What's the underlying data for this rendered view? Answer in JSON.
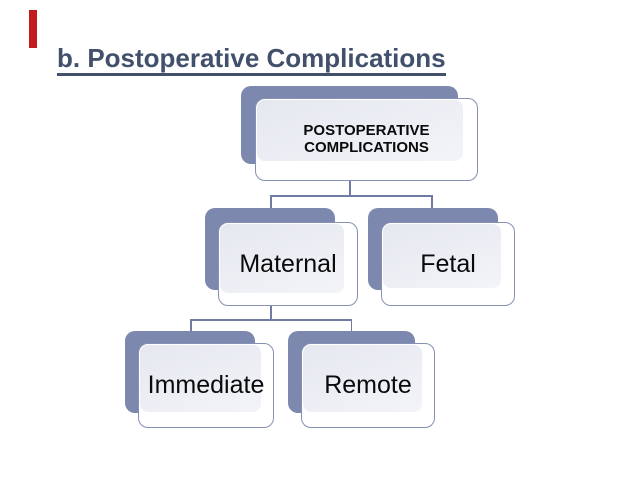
{
  "slide": {
    "title": "b. Postoperative Complications"
  },
  "colors": {
    "accent_red": "#c31b1b",
    "title": "#42506b",
    "node_back": "#7d88ae",
    "node_border": "#8691b5",
    "panel_start": "#e6e8f0",
    "panel_end": "#f3f4f8",
    "connector": "#6f7aa5",
    "node_text": "#0a0a0a",
    "background": "#ffffff"
  },
  "diagram": {
    "type": "hierarchy",
    "root": {
      "label": "POSTOPERATIVE COMPLICATIONS",
      "children": [
        "Maternal",
        "Fetal"
      ]
    },
    "level2": [
      {
        "label": "Maternal",
        "children": [
          "Immediate",
          "Remote"
        ]
      },
      {
        "label": "Fetal",
        "children": []
      }
    ],
    "level3": [
      {
        "label": "Immediate"
      },
      {
        "label": "Remote"
      }
    ]
  }
}
